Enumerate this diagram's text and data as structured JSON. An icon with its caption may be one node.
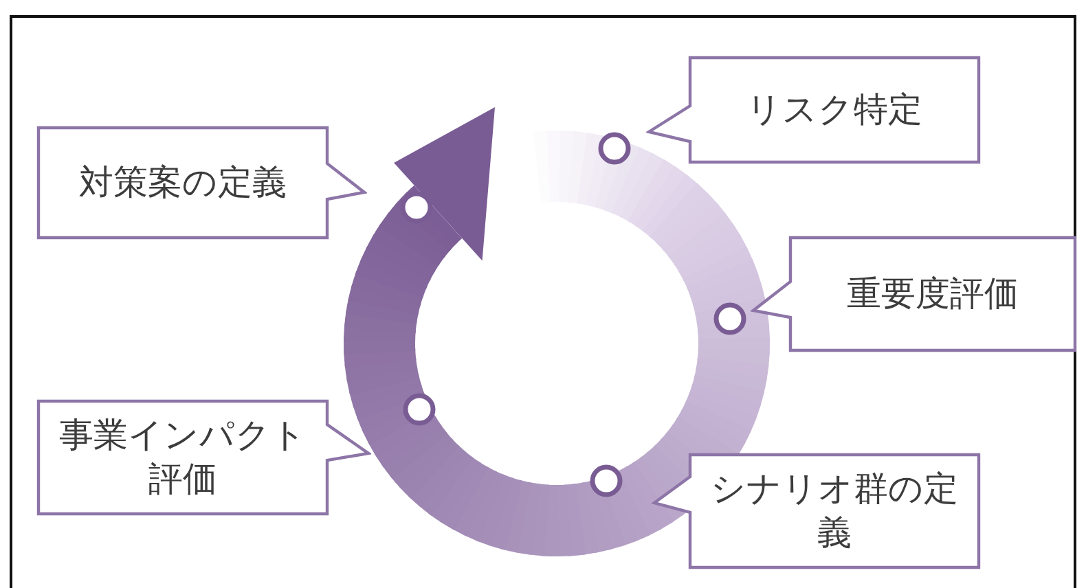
{
  "diagram": {
    "nodes": [
      {
        "text": [
          "リスク特定"
        ]
      },
      {
        "text": [
          "重要度評価"
        ]
      },
      {
        "text": [
          "シナリオ群の定義"
        ]
      },
      {
        "text": [
          "事業インパクト評価"
        ]
      },
      {
        "text": [
          "対策案の定義"
        ]
      }
    ]
  }
}
